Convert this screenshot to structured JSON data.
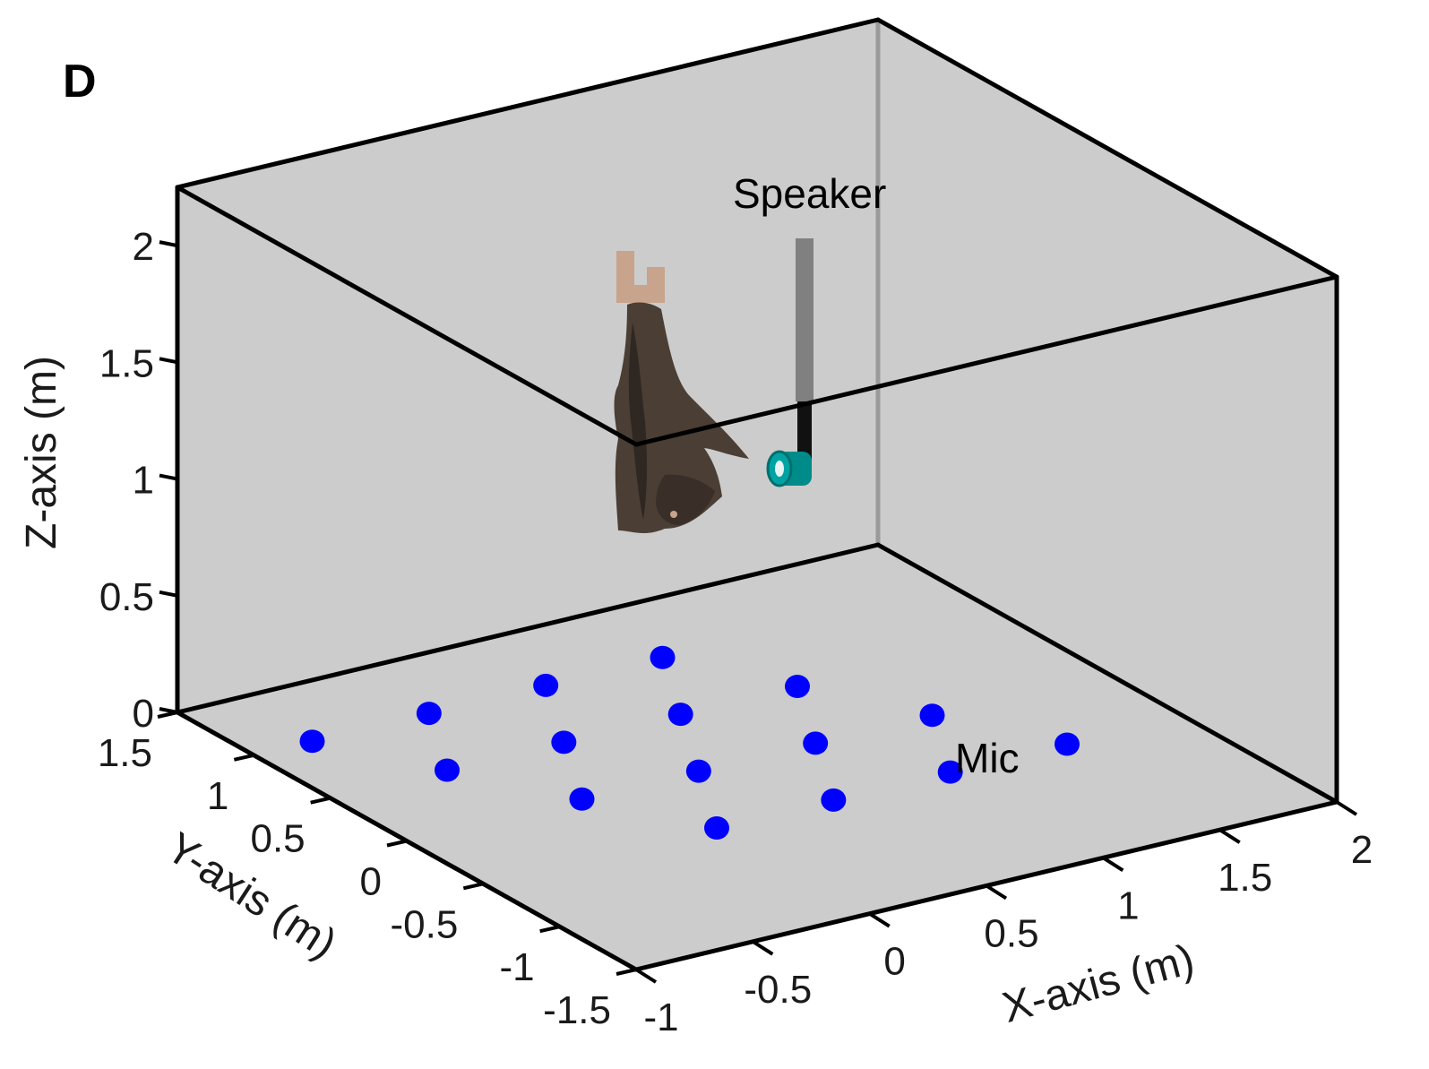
{
  "panel_label": "D",
  "chart_data": {
    "type": "scatter",
    "title": "",
    "xlabel": "X-axis (m)",
    "ylabel": "Y-axis (m)",
    "zlabel": "Z-axis (m)",
    "xlim": [
      -1,
      2
    ],
    "ylim": [
      -1.5,
      1.5
    ],
    "zlim": [
      0,
      2.25
    ],
    "x_ticks": [
      "-1",
      "-0.5",
      "0",
      "0.5",
      "1",
      "1.5",
      "2"
    ],
    "y_ticks": [
      "-1.5",
      "-1",
      "-0.5",
      "0",
      "0.5",
      "1",
      "1.5"
    ],
    "z_ticks": [
      "0",
      "0.5",
      "1",
      "1.5",
      "2"
    ],
    "grid": false,
    "box": true,
    "background": "#cccccc",
    "series": [
      {
        "name": "Mic",
        "color": "#0000ff",
        "points": [
          {
            "x": -0.75,
            "y": 1.0,
            "z": 0
          },
          {
            "x": -0.25,
            "y": 1.0,
            "z": 0
          },
          {
            "x": 0.25,
            "y": 1.0,
            "z": 0
          },
          {
            "x": 0.75,
            "y": 1.0,
            "z": 0
          },
          {
            "x": -0.5,
            "y": 0.5,
            "z": 0
          },
          {
            "x": 0.0,
            "y": 0.5,
            "z": 0
          },
          {
            "x": 0.5,
            "y": 0.5,
            "z": 0
          },
          {
            "x": 1.0,
            "y": 0.5,
            "z": 0
          },
          {
            "x": -0.25,
            "y": 0.0,
            "z": 0
          },
          {
            "x": 0.25,
            "y": 0.0,
            "z": 0
          },
          {
            "x": 0.75,
            "y": 0.0,
            "z": 0
          },
          {
            "x": 1.25,
            "y": 0.0,
            "z": 0
          },
          {
            "x": 0.0,
            "y": -0.5,
            "z": 0
          },
          {
            "x": 0.5,
            "y": -0.5,
            "z": 0
          },
          {
            "x": 1.0,
            "y": -0.5,
            "z": 0
          },
          {
            "x": 1.5,
            "y": -0.5,
            "z": 0
          }
        ]
      }
    ],
    "annotations": [
      {
        "text": "Speaker",
        "target": "speaker"
      },
      {
        "text": "Mic",
        "target": "mic"
      }
    ],
    "objects": {
      "speaker": {
        "x": 0.5,
        "y": 0.0,
        "z": 1.05,
        "color": "#008b8b",
        "mount_color": "#808080"
      },
      "bat": {
        "x": -0.1,
        "y": 0.3,
        "z": 1.15,
        "color": "#4a3e35",
        "perch_color": "#c8a48c"
      }
    }
  }
}
